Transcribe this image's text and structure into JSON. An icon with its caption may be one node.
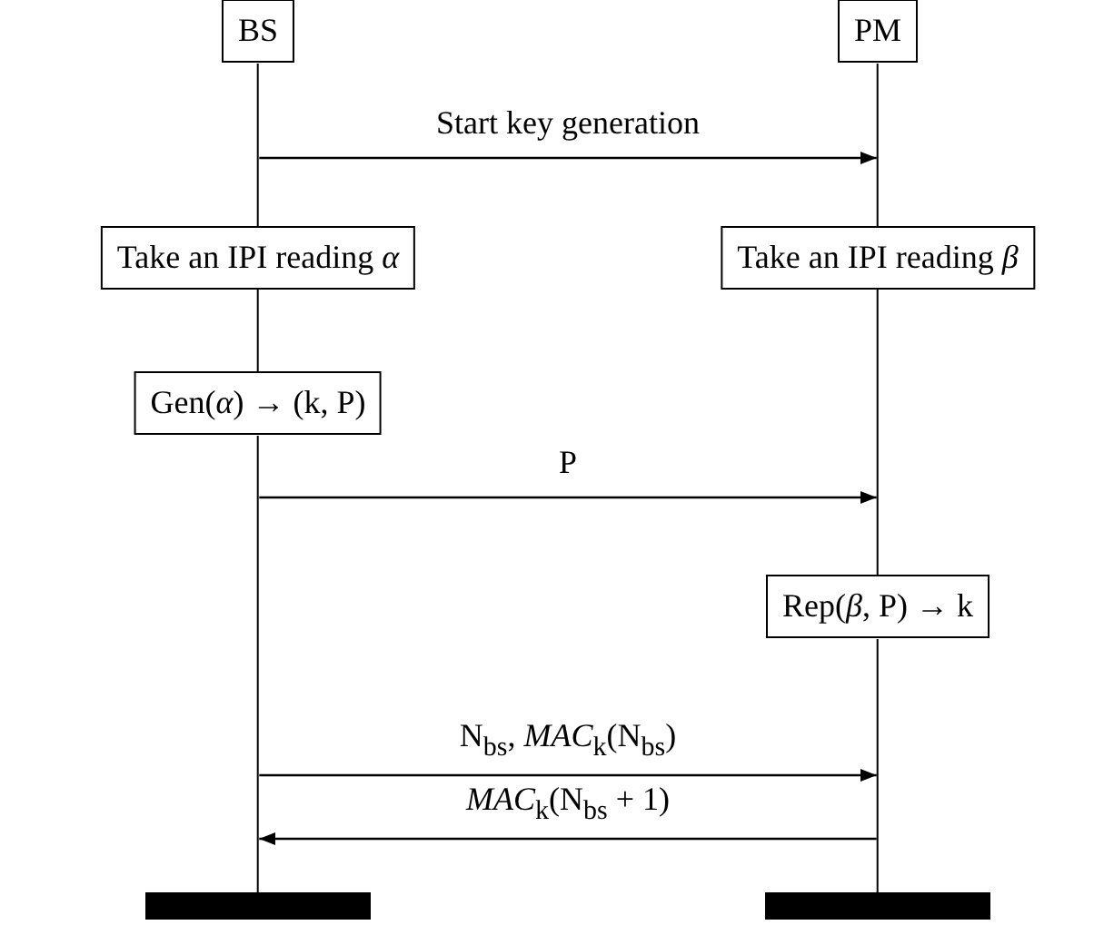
{
  "diagram": {
    "nodes": [
      {
        "text": [
          "BS"
        ]
      },
      {
        "text": [
          "PM"
        ]
      },
      {
        "text": [
          "Take an IPI reading *α*"
        ]
      },
      {
        "text": [
          "Take an IPI reading *β*"
        ]
      },
      {
        "text": [
          "Gen(*α*) → (k, P)"
        ]
      },
      {
        "text": [
          "Rep(*β*, P) → k"
        ]
      },
      {
        "text": [],
        "shape": "bar"
      },
      {
        "text": [],
        "shape": "bar"
      },
      {
        "text": [],
        "shape": "line"
      },
      {
        "text": [],
        "shape": "line"
      },
      {
        "text": [],
        "shape": "line"
      },
      {
        "text": [],
        "shape": "line"
      },
      {
        "text": [],
        "shape": "line"
      },
      {
        "text": [],
        "shape": "line"
      }
    ],
    "edges": [
      {
        "from": 8,
        "to": 11,
        "arrow": "to",
        "label": "Start key generation"
      },
      {
        "from": 10,
        "to": 12,
        "arrow": "to",
        "label": "P"
      },
      {
        "from": 10,
        "to": 13,
        "arrow": "to",
        "label": "N$_{bs}$, *MAC*$_{k}$(N$_{bs}$)"
      },
      {
        "from": 13,
        "to": 10,
        "arrow": "to",
        "label": "*MAC*$_{k}$(N$_{bs}$ + 1)"
      }
    ]
  }
}
